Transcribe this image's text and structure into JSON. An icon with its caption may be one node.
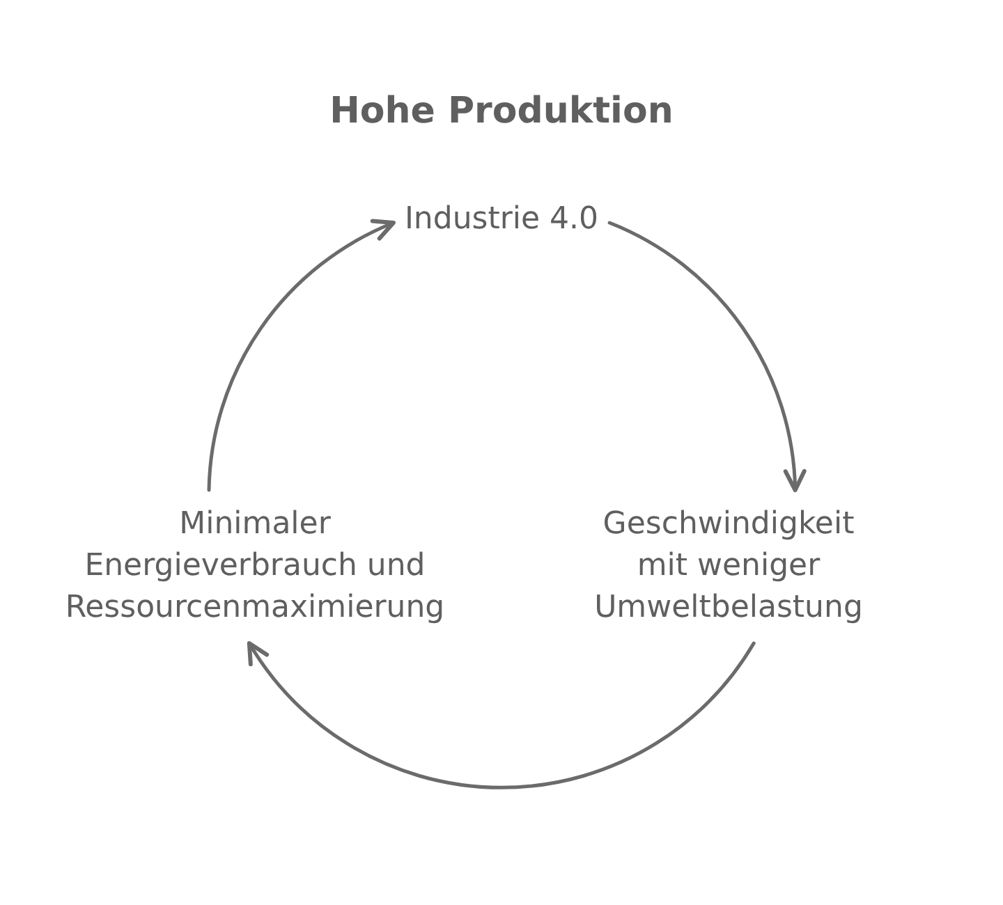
{
  "diagram": {
    "title": "Hohe Produktion",
    "nodes": [
      {
        "text": [
          "Industrie 4.0"
        ]
      },
      {
        "text": [
          "Minimaler Energieverbrauch und Ressourcenmaximierung"
        ]
      },
      {
        "text": [
          "Geschwindigkeit mit weniger Umweltbelastung"
        ]
      }
    ],
    "edges": [
      {
        "from": 0,
        "to": 2,
        "arrow": "to"
      },
      {
        "from": 2,
        "to": 1,
        "arrow": "to"
      },
      {
        "from": 1,
        "to": 0,
        "arrow": "to"
      }
    ]
  }
}
